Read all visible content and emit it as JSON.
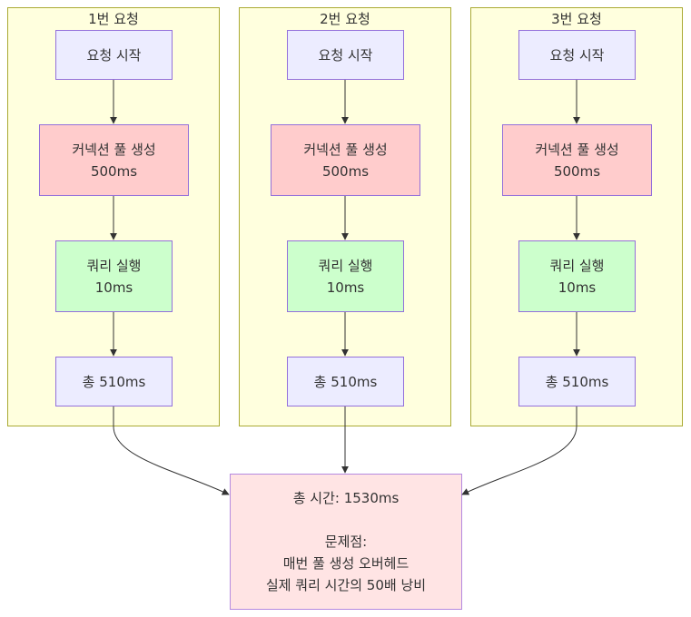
{
  "clusters": [
    {
      "title": "1번 요청",
      "start": "요청 시작",
      "pool": [
        "커넥션 풀 생성",
        "500ms"
      ],
      "query": [
        "쿼리 실행",
        "10ms"
      ],
      "total": "총 510ms"
    },
    {
      "title": "2번 요청",
      "start": "요청 시작",
      "pool": [
        "커넥션 풀 생성",
        "500ms"
      ],
      "query": [
        "쿼리 실행",
        "10ms"
      ],
      "total": "총 510ms"
    },
    {
      "title": "3번 요청",
      "start": "요청 시작",
      "pool": [
        "커넥션 풀 생성",
        "500ms"
      ],
      "query": [
        "쿼리 실행",
        "10ms"
      ],
      "total": "총 510ms"
    }
  ],
  "summary": {
    "lines": [
      "총 시간: 1530ms",
      "",
      "문제점:",
      "매번 풀 생성 오버헤드",
      "실제 쿼리 시간의 50배 낭비"
    ]
  },
  "colors": {
    "cluster": "#ffffde",
    "node": "#ececff",
    "pool": "#ffcccc",
    "query": "#ccffcc",
    "summary": "#ffe4e4",
    "border": "#9370DB"
  }
}
